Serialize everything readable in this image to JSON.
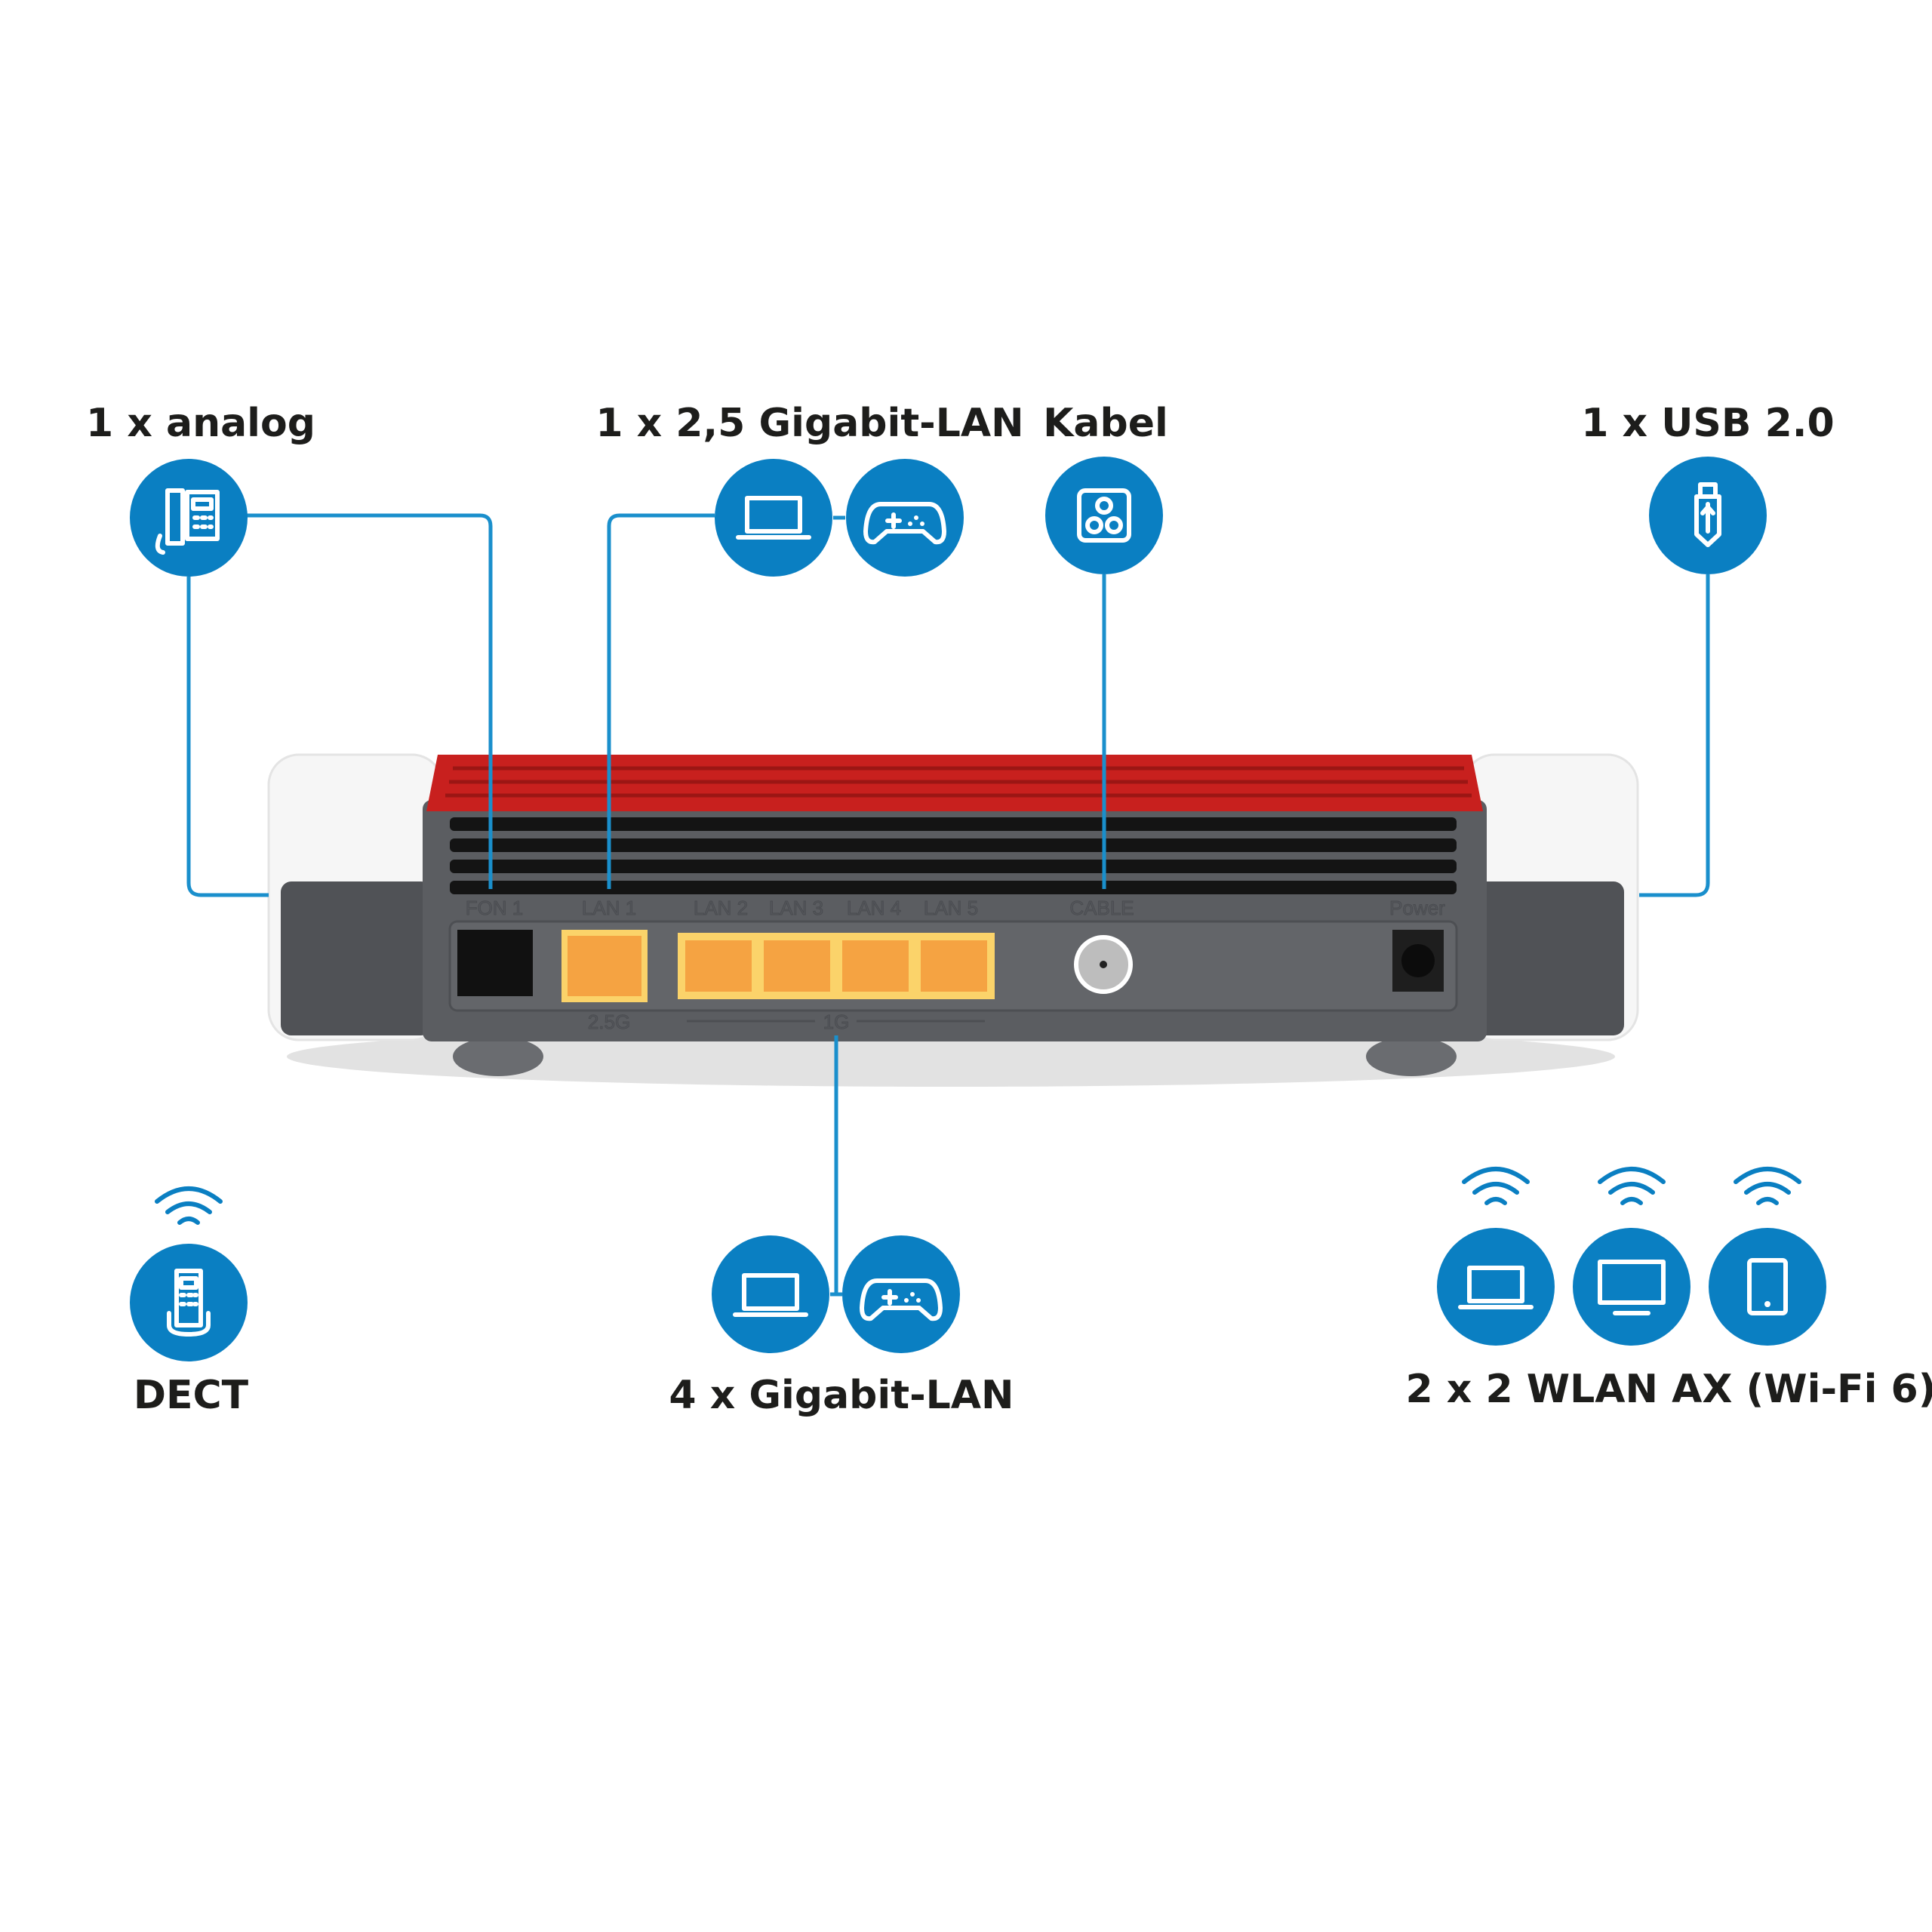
{
  "labels": {
    "analog": "1 x analog",
    "lan25": "1 x 2,5 Gigabit-LAN",
    "cable": "Kabel",
    "usb": "1 x USB 2.0",
    "dect": "DECT",
    "lan4": "4 x Gigabit-LAN",
    "wlan": "2 x 2 WLAN AX (Wi-Fi 6)"
  },
  "ports": {
    "fon1": "FON 1",
    "lan1": "LAN 1",
    "lan2": "LAN 2",
    "lan3": "LAN 3",
    "lan4": "LAN 4",
    "lan5": "LAN 5",
    "cable": "CABLE",
    "power": "Power",
    "speed_25g": "2.5G",
    "speed_1g": "1G"
  },
  "colors": {
    "accent": "#0a7fc2",
    "router_red": "#c8201e",
    "lan_port": "#f5a342"
  }
}
